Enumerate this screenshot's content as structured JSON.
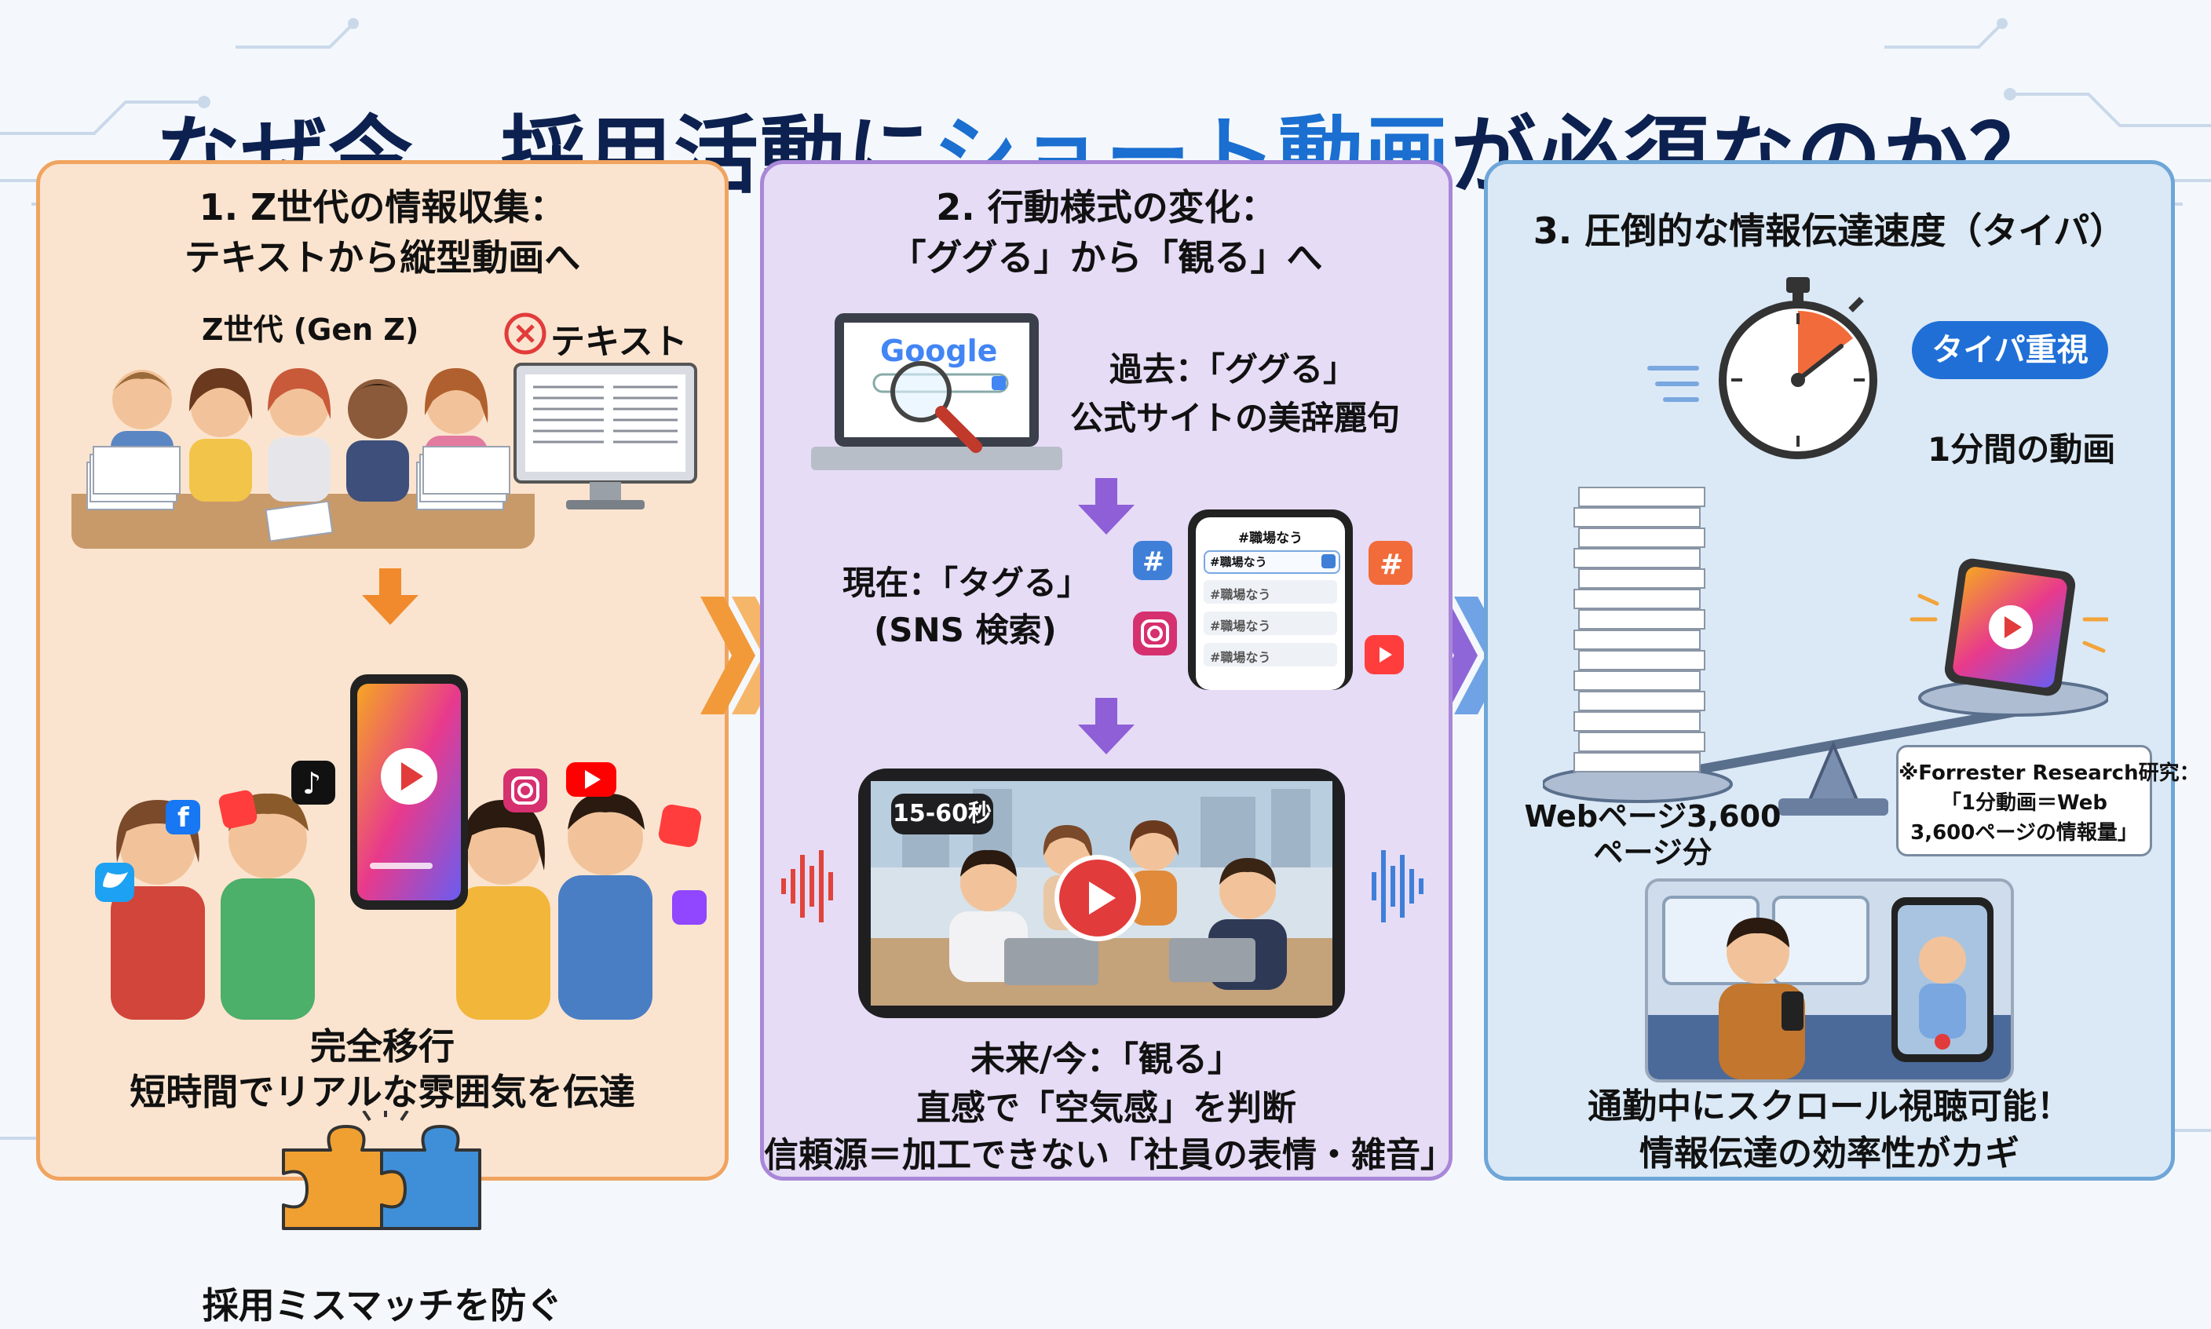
{
  "title": {
    "part1": "なぜ今、採用活動に",
    "highlight": "ショート動画",
    "part2": "が必須なのか？"
  },
  "panel1": {
    "heading_line1": "1. Z世代の情報収集：",
    "heading_line2": "テキストから縦型動画へ",
    "genz_label": "Z世代 (Gen Z)",
    "text_label": "テキスト",
    "transition_line1": "完全移行",
    "transition_line2": "短時間でリアルな雰囲気を伝達",
    "mismatch_label": "採用ミスマッチを防ぐ"
  },
  "panel2": {
    "heading_line1": "2. 行動様式の変化：",
    "heading_line2": "「ググる」から「観る」へ",
    "google_logo": "Google",
    "past_line1": "過去：「ググる」",
    "past_line2": "公式サイトの美辞麗句",
    "present_line1": "現在：「タグる」",
    "present_line2": "(SNS 検索)",
    "phone_search": "#職場なう",
    "phone_header": "#職場なう",
    "phone_results": [
      "#職場なう",
      "#職場なう",
      "#職場なう"
    ],
    "duration_badge": "15-60秒",
    "future_line1": "未来/今：「観る」",
    "future_line2": "直感で「空気感」を判断",
    "future_line3": "信頼源＝加工できない「社員の表情・雑音」"
  },
  "panel3": {
    "heading": "3. 圧倒的な情報伝達速度（タイパ）",
    "taipa_badge": "タイパ重視",
    "video_label": "1分間の動画",
    "pages_line1": "Webページ3,600",
    "pages_line2": "ページ分",
    "note_line1": "※Forrester Research研究：",
    "note_line2": "「1分動画＝Web",
    "note_line3": "3,600ページの情報量」",
    "commute_line1": "通勤中にスクロール視聴可能！",
    "commute_line2": "情報伝達の効率性がカギ"
  },
  "colors": {
    "title_navy": "#0d2150",
    "title_blue": "#1a6fd0",
    "panel1_border": "#f0a460",
    "panel2_border": "#a987d8",
    "panel3_border": "#6fa6d8",
    "accent_purple": "#8e5fd6",
    "accent_orange": "#f08a2c"
  },
  "icons": [
    "magnifier-icon",
    "stopwatch-icon",
    "play-icon",
    "tiktok-icon",
    "instagram-icon",
    "youtube-icon",
    "facebook-icon",
    "twitter-icon",
    "twitch-icon",
    "hashtag-icon",
    "puzzle-icon",
    "sound-wave-icon",
    "balance-scale-icon",
    "x-circle-icon"
  ]
}
